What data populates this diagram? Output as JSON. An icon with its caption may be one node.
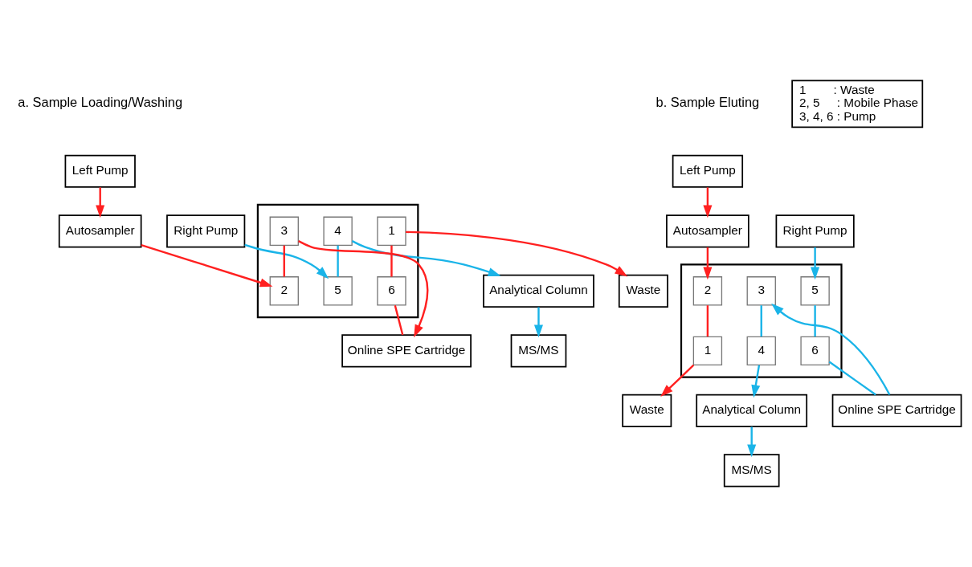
{
  "diagram": {
    "nodes": [
      {
        "text": [
          "Left Pump"
        ]
      },
      {
        "text": [
          "Right Pump"
        ]
      },
      {
        "text": [
          "Analytical Column"
        ]
      },
      {
        "text": [
          "Autosampler"
        ]
      },
      {
        "text": [],
        "shape": "box"
      },
      {
        "text": [
          "4"
        ],
        "in": 4
      },
      {
        "text": [
          "3"
        ],
        "in": 4
      },
      {
        "text": [
          "5"
        ],
        "in": 4
      },
      {
        "text": [
          "2"
        ],
        "in": 4
      },
      {
        "text": [
          "1"
        ],
        "in": 4
      },
      {
        "text": [
          "6"
        ],
        "in": 4
      },
      {
        "text": [
          "MS/MS"
        ]
      },
      {
        "text": [
          "Waste"
        ]
      },
      {
        "text": [
          "Online SPE Cartridge"
        ]
      },
      {
        "text": [
          "Left Pump"
        ]
      },
      {
        "text": [
          "Right Pump"
        ]
      },
      {
        "text": [
          "Analytical Column"
        ]
      },
      {
        "text": [
          "Autosampler"
        ]
      },
      {
        "text": [],
        "shape": "box"
      },
      {
        "text": [
          "4"
        ],
        "in": 18
      },
      {
        "text": [
          "3"
        ],
        "in": 18
      },
      {
        "text": [
          "5"
        ],
        "in": 18
      },
      {
        "text": [
          "2"
        ],
        "in": 18
      },
      {
        "text": [
          "1"
        ],
        "in": 18
      },
      {
        "text": [
          "6"
        ],
        "in": 18
      },
      {
        "text": [
          "MS/MS"
        ]
      },
      {
        "text": [
          "Waste"
        ]
      },
      {
        "text": [
          "Online SPE Cartridge"
        ]
      },
      {
        "text": [
          "1        : Waste",
          "2, 5     : Mobile Phase",
          "3, 4, 6 : Pump"
        ]
      }
    ],
    "edges": [
      {
        "from": 0,
        "to": 3,
        "arrow": "to",
        "color": "#ff2020"
      },
      {
        "from": 3,
        "to": 8,
        "arrow": "to",
        "color": "#ff2020"
      },
      {
        "from": 6,
        "to": 8,
        "arrow": "none",
        "color": "#ff2020"
      },
      {
        "from": 6,
        "to": 13,
        "arrow": "to",
        "color": "#ff2020"
      },
      {
        "from": 9,
        "to": 10,
        "arrow": "none",
        "color": "#ff2020"
      },
      {
        "from": 9,
        "to": 12,
        "arrow": "to",
        "color": "#ff2020"
      },
      {
        "from": 10,
        "to": 13,
        "arrow": "none",
        "color": "#ff2020"
      },
      {
        "from": 1,
        "to": 7,
        "arrow": "to",
        "color": "#1ab4e8"
      },
      {
        "from": 5,
        "to": 7,
        "arrow": "none",
        "color": "#1ab4e8"
      },
      {
        "from": 5,
        "to": 2,
        "arrow": "to",
        "color": "#1ab4e8"
      },
      {
        "from": 2,
        "to": 11,
        "arrow": "to",
        "color": "#1ab4e8"
      },
      {
        "from": 14,
        "to": 17,
        "arrow": "to",
        "color": "#ff2020"
      },
      {
        "from": 17,
        "to": 22,
        "arrow": "to",
        "color": "#ff2020"
      },
      {
        "from": 22,
        "to": 23,
        "arrow": "none",
        "color": "#ff2020"
      },
      {
        "from": 23,
        "to": 26,
        "arrow": "to",
        "color": "#ff2020"
      },
      {
        "from": 15,
        "to": 21,
        "arrow": "to",
        "color": "#1ab4e8"
      },
      {
        "from": 21,
        "to": 24,
        "arrow": "none",
        "color": "#1ab4e8"
      },
      {
        "from": 24,
        "to": 27,
        "arrow": "none",
        "color": "#1ab4e8"
      },
      {
        "from": 27,
        "to": 20,
        "arrow": "to",
        "color": "#1ab4e8"
      },
      {
        "from": 20,
        "to": 19,
        "arrow": "none",
        "color": "#1ab4e8"
      },
      {
        "from": 19,
        "to": 16,
        "arrow": "to",
        "color": "#1ab4e8"
      },
      {
        "from": 16,
        "to": 25,
        "arrow": "to",
        "color": "#1ab4e8"
      }
    ],
    "labels": [
      "a. Sample Loading/Washing",
      "b. Sample Eluting"
    ]
  }
}
